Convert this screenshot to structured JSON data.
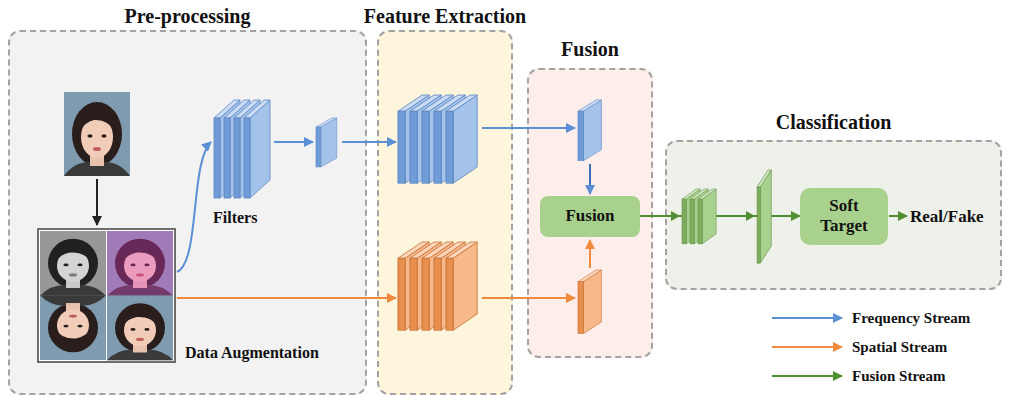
{
  "diagram": {
    "nodes": [
      {
        "text": [
          "Pre-processing"
        ]
      },
      {
        "text": [
          "Feature Extraction"
        ]
      },
      {
        "text": [
          "Fusion"
        ]
      },
      {
        "text": [
          "Fusion"
        ],
        "in": 2
      },
      {
        "text": [
          "Classification"
        ]
      },
      {
        "text": [
          "Soft Target"
        ],
        "in": 4
      }
    ],
    "edges": [
      {
        "from": 3,
        "to": 5,
        "arrow": "to"
      }
    ],
    "labels": [
      "Filters",
      "Data Augmentation",
      "Real/Fake"
    ],
    "legend": [
      {
        "text": "Frequency Stream"
      },
      {
        "text": "Spatial Stream"
      },
      {
        "text": "Fusion Stream"
      }
    ]
  }
}
